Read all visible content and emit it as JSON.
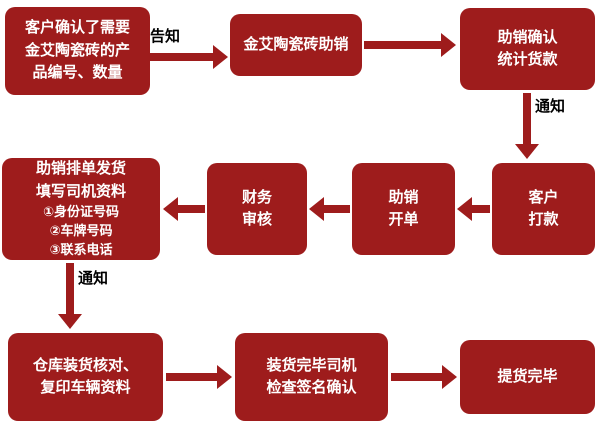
{
  "colors": {
    "background": "#ffffff",
    "node_fill": "#9e1c1c",
    "node_text": "#ffffff",
    "arrow": "#9e1c1c",
    "edge_label_text": "#000000"
  },
  "nodes": {
    "customer_confirm": "客户确认了需要\n金艾陶瓷砖的产\n品编号、数量",
    "brand_sales": "金艾陶瓷砖助销",
    "sales_confirm": "助销确认\n统计货款",
    "customer_payment": "客户\n打款",
    "sales_order": "助销\n开单",
    "finance_review": "财务\n审核",
    "schedule_main": "助销排单发货\n填写司机资料",
    "schedule_details": "①身份证号码\n②车牌号码\n③联系电话",
    "warehouse_check": "仓库装货核对、\n复印车辆资料",
    "loading_confirm": "装货完毕司机\n检查签名确认",
    "pickup_done": "提货完毕"
  },
  "edge_labels": {
    "inform": "告知",
    "notify_top_right": "通知",
    "notify_left": "通知"
  }
}
